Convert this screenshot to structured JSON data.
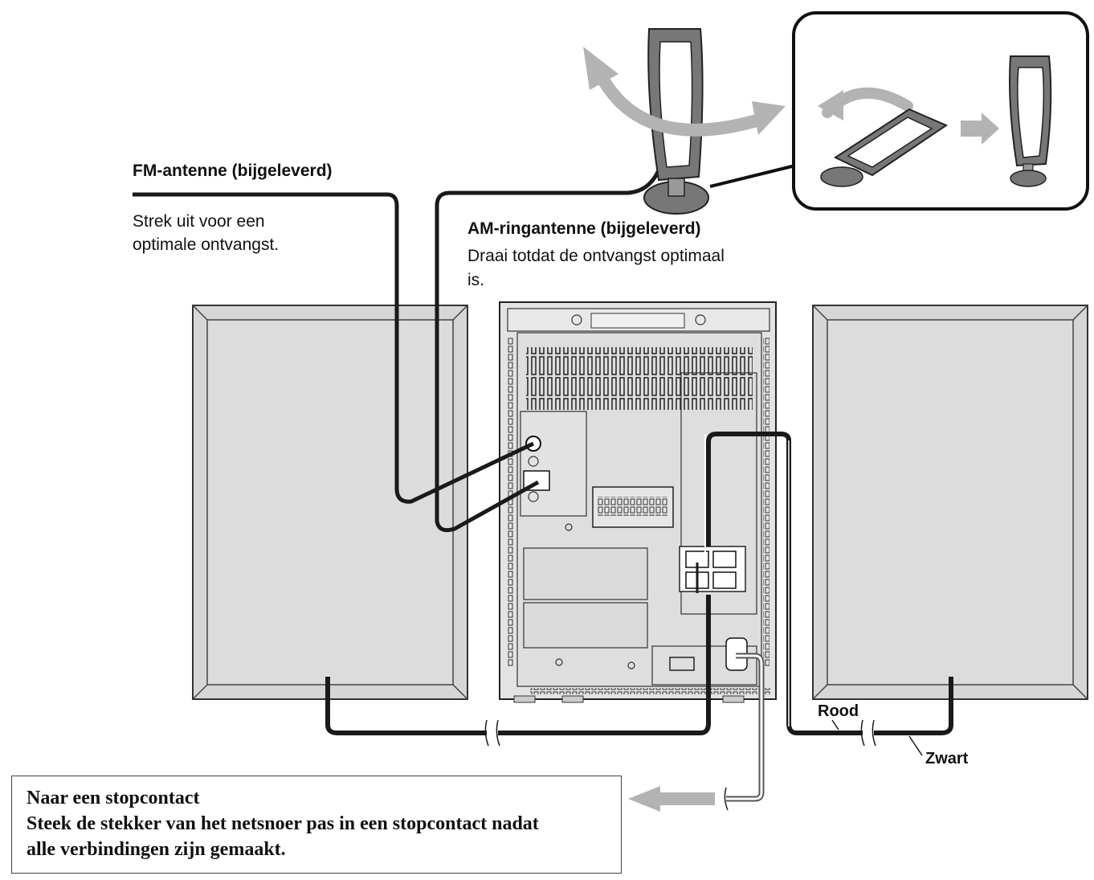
{
  "fm_antenna": {
    "title": "FM-antenne (bijgeleverd)",
    "line1": "Strek uit voor een",
    "line2": "optimale ontvangst."
  },
  "am_antenna": {
    "title": "AM-ringantenne (bijgeleverd)",
    "line1": "Draai totdat de ontvangst optimaal",
    "line2": "is."
  },
  "speaker_wires": {
    "red": "Rood",
    "black": "Zwart"
  },
  "power_note": {
    "title": "Naar een stopcontact",
    "line1": "Steek de stekker van het netsnoer pas in een stopcontact nadat",
    "line2": "alle verbindingen zijn gemaakt."
  },
  "colors": {
    "line": "#1a1a1a",
    "panel": "#d9d9d9",
    "arrow": "#b3b3b3"
  }
}
